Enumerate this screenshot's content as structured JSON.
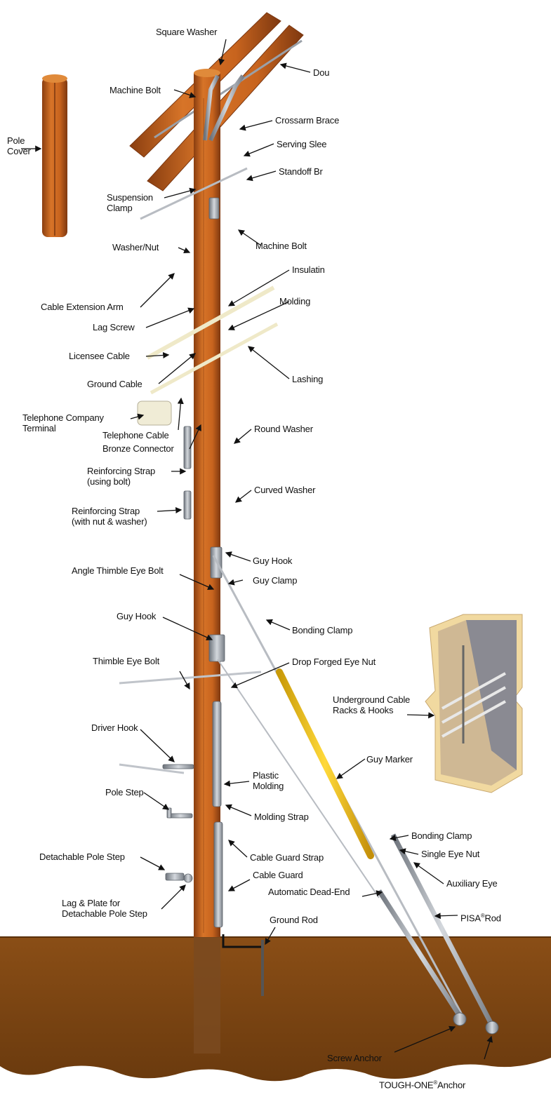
{
  "labels": {
    "square_washer": "Square Washer",
    "double_crossarm": "Dou",
    "machine_bolt_top": "Machine Bolt",
    "crossarm_brace": "Crossarm Brace",
    "pole_cover": "Pole\nCover",
    "serving_sleeve": "Serving Slee",
    "standoff_bracket": "Standoff Br",
    "suspension_clamp": "Suspension\nClamp",
    "machine_bolt_right": "Machine Bolt",
    "washer_nut": "Washer/Nut",
    "insulating": "Insulatin",
    "cable_extension_arm": "Cable Extension Arm",
    "molding_top": "Molding",
    "lag_screw": "Lag Screw",
    "licensee_cable": "Licensee Cable",
    "ground_cable": "Ground Cable",
    "lashing": "Lashing",
    "telephone_company_terminal": "Telephone Company\nTerminal",
    "telephone_cable": "Telephone Cable",
    "round_washer": "Round Washer",
    "bronze_connector": "Bronze Connector",
    "reinforcing_strap_bolt": "Reinforcing Strap\n(using bolt)",
    "curved_washer": "Curved Washer",
    "reinforcing_strap_nut": "Reinforcing Strap\n(with nut & washer)",
    "guy_hook_top": "Guy Hook",
    "angle_thimble_eye_bolt": "Angle Thimble Eye Bolt",
    "guy_clamp": "Guy Clamp",
    "bonding_clamp_top": "Bonding Clamp",
    "guy_hook_mid": "Guy Hook",
    "thimble_eye_bolt": "Thimble Eye Bolt",
    "drop_forged_eye_nut": "Drop Forged Eye Nut",
    "underground_cable_racks": "Underground Cable\nRacks & Hooks",
    "driver_hook": "Driver Hook",
    "guy_marker": "Guy Marker",
    "plastic_molding": "Plastic\nMolding",
    "pole_step": "Pole Step",
    "molding_strap": "Molding Strap",
    "bonding_clamp_bottom": "Bonding Clamp",
    "single_eye_nut": "Single Eye Nut",
    "detachable_pole_step": "Detachable Pole Step",
    "cable_guard_strap": "Cable Guard Strap",
    "auxiliary_eye": "Auxiliary Eye",
    "cable_guard": "Cable Guard",
    "lag_plate": "Lag & Plate for\nDetachable Pole Step",
    "automatic_dead_end": "Automatic Dead-End",
    "ground_rod": "Ground Rod",
    "pisa_rod_name": "PISA",
    "pisa_rod_mark": "®",
    "pisa_rod_suffix": "Rod",
    "screw_anchor": "Screw Anchor",
    "tough_one_name": "TOUGH-ONE",
    "tough_one_mark": "®",
    "tough_one_suffix": "Anchor"
  },
  "colors": {
    "wood": "#c8641e",
    "wood_dark": "#8a3e10",
    "soil": "#7a4512",
    "metal": "#9aa0a8",
    "guy_marker": "#f2c21a",
    "vault_frame": "#f1d9a0"
  }
}
